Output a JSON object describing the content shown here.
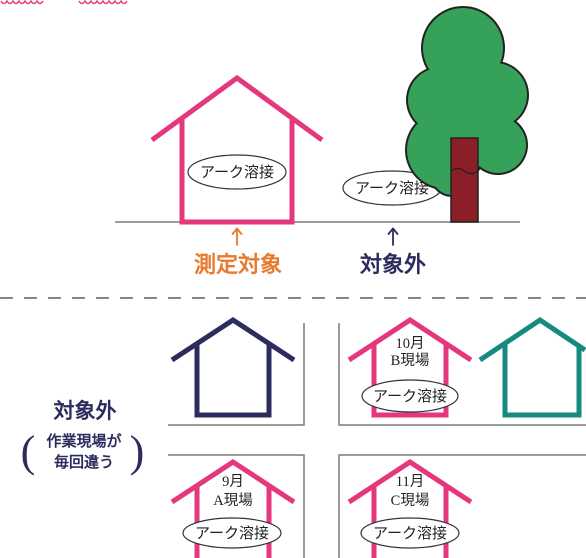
{
  "colors": {
    "pink": "#e5377d",
    "orange": "#e87a2e",
    "navy": "#2c2d5e",
    "teal": "#168a7e",
    "tree_green": "#36a259",
    "tree_trunk": "#8b1e27",
    "line_gray": "#7a7a7a",
    "outline": "#222222"
  },
  "top_scene": {
    "house_tag": "アーク溶接",
    "outdoor_tag": "アーク溶接",
    "measured": {
      "label": "測定対象",
      "icon": "up-arrow"
    },
    "excluded": {
      "label": "対象外",
      "icon": "up-arrow"
    }
  },
  "bottom_scene": {
    "side_note": {
      "title": "対象外",
      "paren_open": "(",
      "paren_close": ")",
      "lines": [
        "作業現場が",
        "毎回違う"
      ]
    },
    "sites": [
      {
        "month": "10月",
        "site": "B現場",
        "tag": "アーク溶接"
      },
      {
        "month": "9月",
        "site": "A現場",
        "tag": "アーク溶接"
      },
      {
        "month": "11月",
        "site": "C現場",
        "tag": "アーク溶接"
      }
    ]
  }
}
